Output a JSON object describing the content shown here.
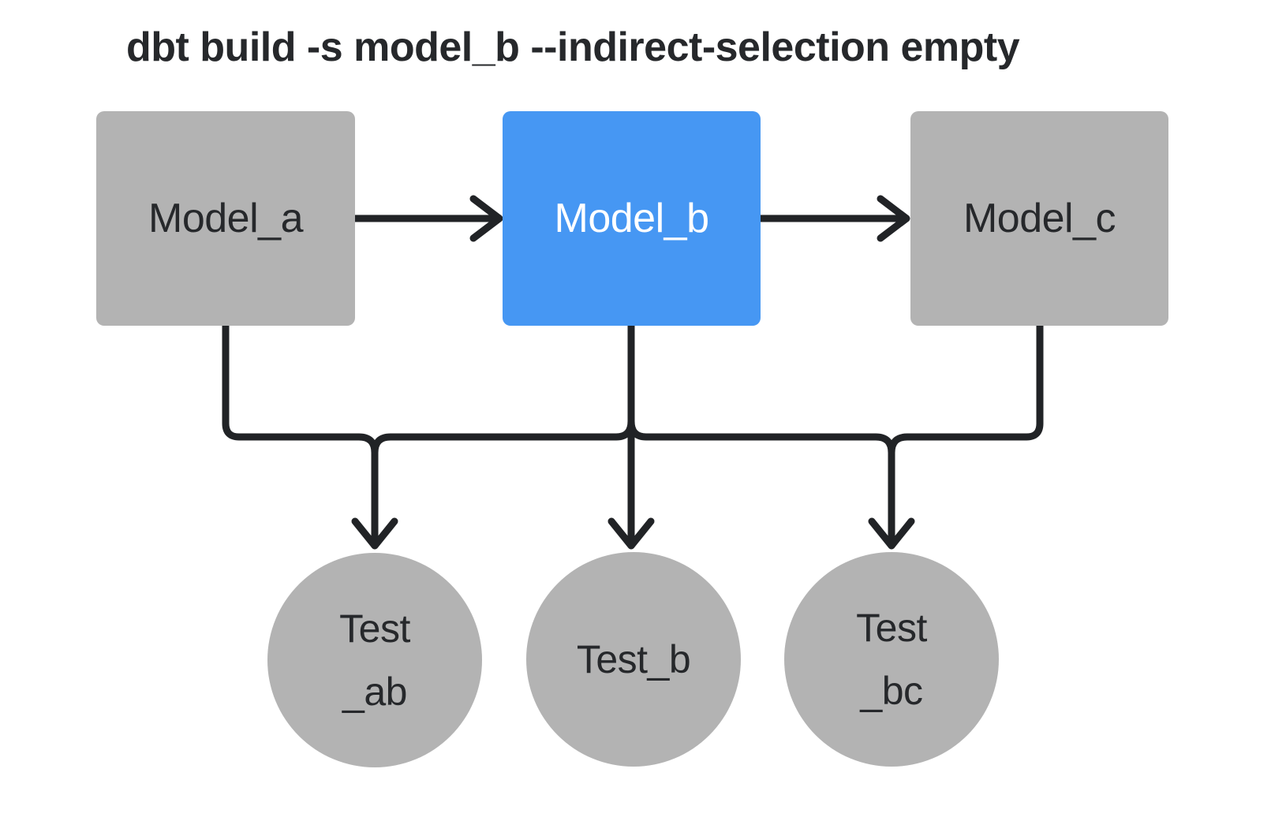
{
  "title": "dbt build -s model_b --indirect-selection empty",
  "colors": {
    "background": "#ffffff",
    "selected": "#4697f3",
    "unselected": "#b3b3b3",
    "line": "#212326",
    "text_dark": "#26282b",
    "text_light": "#ffffff"
  },
  "models": [
    {
      "id": "model_a",
      "label": "Model_a",
      "selected": false
    },
    {
      "id": "model_b",
      "label": "Model_b",
      "selected": true
    },
    {
      "id": "model_c",
      "label": "Model_c",
      "selected": false
    }
  ],
  "tests": [
    {
      "id": "test_ab",
      "label_lines": [
        "Test",
        "_ab"
      ]
    },
    {
      "id": "test_b",
      "label_lines": [
        "Test_b"
      ]
    },
    {
      "id": "test_bc",
      "label_lines": [
        "Test",
        "_bc"
      ]
    }
  ],
  "edges": [
    {
      "from": "model_a",
      "to": "model_b"
    },
    {
      "from": "model_b",
      "to": "model_c"
    },
    {
      "from": "model_a",
      "to": "test_ab"
    },
    {
      "from": "model_b",
      "to": "test_ab"
    },
    {
      "from": "model_b",
      "to": "test_b"
    },
    {
      "from": "model_b",
      "to": "test_bc"
    },
    {
      "from": "model_c",
      "to": "test_bc"
    }
  ]
}
